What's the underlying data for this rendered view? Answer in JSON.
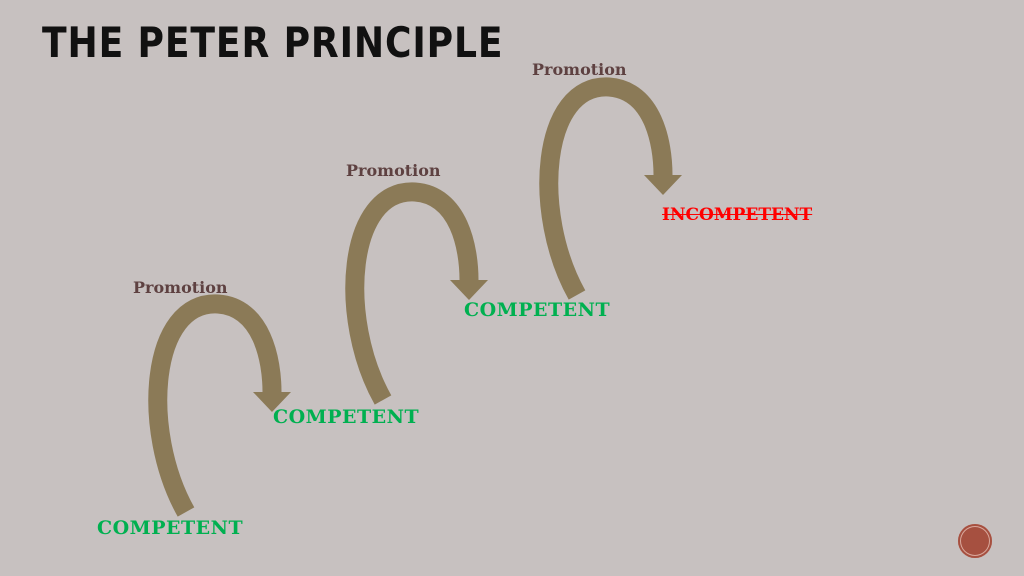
{
  "title": "THE PETER PRINCIPLE",
  "steps": [
    {
      "promotion": "Promotion",
      "from": "COMPETENT"
    },
    {
      "promotion": "Promotion",
      "from": "COMPETENT"
    },
    {
      "promotion": "Promotion",
      "from": "COMPETENT"
    }
  ],
  "final": "INCOMPETENT",
  "colors": {
    "arrow": "#8b7a57",
    "competent": "#00b050",
    "incompetent": "#ff0000",
    "promotion": "#5e4141"
  }
}
